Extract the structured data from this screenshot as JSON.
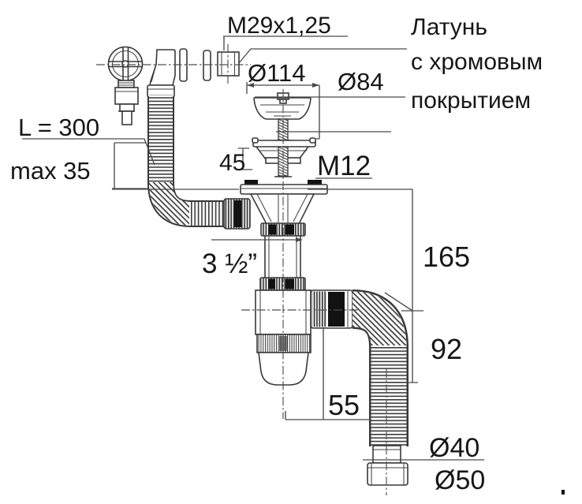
{
  "labels": {
    "thread_top": "M29x1,25",
    "material": [
      "Латунь",
      "с хромовым",
      "покрытием"
    ],
    "dia_114": "Ø114",
    "dia_84": "Ø84",
    "basket_height": "45",
    "thread_m12": "M12",
    "hose_length": "L = 300",
    "max_panel": "max 35",
    "outlet_thread": "3 ½”",
    "dim_165": "165",
    "dim_92": "92",
    "dim_55": "55",
    "dia_40": "Ø40",
    "dia_50": "Ø50"
  },
  "colors": {
    "background": "#ffffff",
    "line": "#383838",
    "dim_line": "#4a4a4a",
    "text": "#171717"
  }
}
